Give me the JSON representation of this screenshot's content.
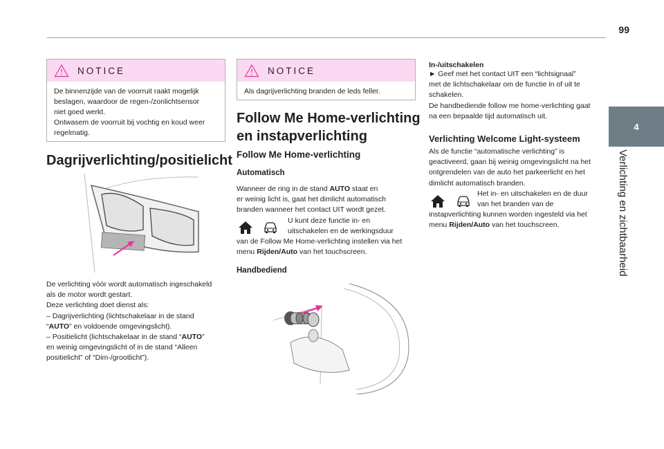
{
  "page": {
    "number": "99",
    "chapter_tab": "4",
    "chapter_title": "Verlichting en zichtbaarheid"
  },
  "col1": {
    "notice_title": "NOTICE",
    "notice_lines": [
      "De binnenzijde van de voorruit raakt mogelijk",
      "beslagen, waardoor de regen-/zonlichtsensor",
      "niet goed werkt.",
      "Ontwasem de voorruit bij vochtig en koud weer",
      "regelmatig."
    ],
    "heading": "Dagrijverlichting/positielicht",
    "para1": "De verlichting vóór wordt automatisch ingeschakeld",
    "para2": "als de motor wordt gestart.",
    "para3": "Deze verlichting doet dienst als:",
    "item1_a": "–  Dagrijverlichting (lichtschakelaar in de stand",
    "item1_b_pre": "“",
    "item1_b_bold": "AUTO",
    "item1_b_post": "” en voldoende omgevingslicht).",
    "item2_a_pre": "–  Positielicht (lichtschakelaar in de stand “",
    "item2_a_bold": "AUTO",
    "item2_a_post": "”",
    "item2_b": "en weinig omgevingslicht of in de stand “Alleen",
    "item2_c": "positielicht” of “Dim-/grootlicht”)."
  },
  "col2": {
    "notice_title": "NOTICE",
    "notice_text": "Als dagrijverlichting branden de leds feller.",
    "heading_l1": "Follow Me Home-verlichting",
    "heading_l2": "en instapverlichting",
    "sub": "Follow Me Home-verlichting",
    "auto_title": "Automatisch",
    "auto1_pre": "Wanneer de ring in de stand ",
    "auto1_bold": "AUTO",
    "auto1_post": " staat en",
    "auto2": "er weinig licht is, gaat het dimlicht automatisch",
    "auto3": "branden wanneer het contact UIT wordt gezet.",
    "auto4": "U kunt deze functie in- en",
    "auto5": "uitschakelen en de werkingsduur",
    "auto6": "van de Follow Me Home-verlichting instellen via het",
    "auto7_pre": "menu ",
    "auto7_bold": "Rijden/Auto",
    "auto7_post": " van het touchscreen.",
    "manual_title": "Handbediend"
  },
  "col3": {
    "onoff_title": "In-/uitschakelen",
    "onoff1": "►  Geef met het contact UIT een “lichtsignaal”",
    "onoff2": "met de lichtschakelaar om de functie in of uit te",
    "onoff3": "schakelen.",
    "onoff4": "De handbediende follow me home-verlichting gaat",
    "onoff5": "na een bepaalde tijd automatisch uit.",
    "welcome_title": "Verlichting Welcome Light-systeem",
    "w1": "Als de functie “automatische verlichting” is",
    "w2": "geactiveerd, gaan bij weinig omgevingslicht na het",
    "w3": "ontgrendelen van de auto het parkeerlicht en het",
    "w4": "dimlicht automatisch branden.",
    "w5": "Het in- en uitschakelen en de duur",
    "w6": "van het branden van de",
    "w7": "instapverlichting kunnen worden ingesteld via het",
    "w8_pre": "menu ",
    "w8_bold": "Rijden/Auto",
    "w8_post": " van het touchscreen."
  },
  "colors": {
    "notice_band": "#fbd9f2",
    "tab": "#6f7e86",
    "arrow": "#e8319a"
  },
  "icons": [
    "warning-triangle-icon",
    "home-icon",
    "car-icon",
    "arrow-icon"
  ]
}
